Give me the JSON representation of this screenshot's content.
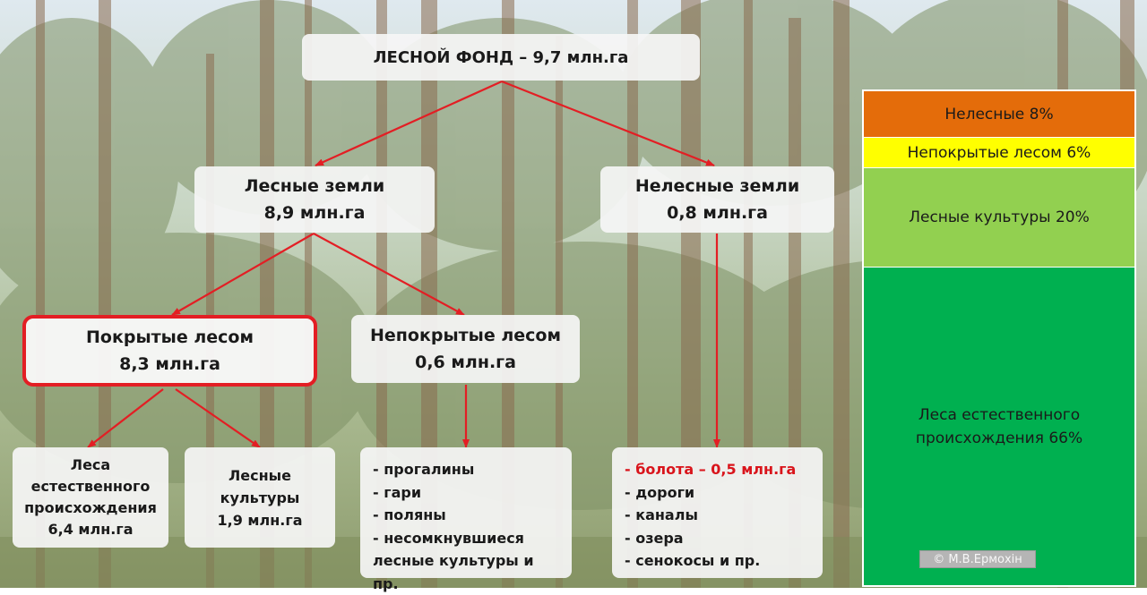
{
  "root": {
    "label": "ЛЕСНОЙ ФОНД – 9,7 млн.га"
  },
  "forest_lands": {
    "title": "Лесные земли",
    "value": "8,9 млн.га"
  },
  "nonforest_lands": {
    "title": "Нелесные земли",
    "value": "0,8 млн.га"
  },
  "covered": {
    "title": "Покрытые лесом",
    "value": "8,3 млн.га"
  },
  "uncovered": {
    "title": "Непокрытые лесом",
    "value": "0,6 млн.га"
  },
  "natural": {
    "lines": [
      "Леса",
      "естественного",
      "происхождения",
      "6,4 млн.га"
    ]
  },
  "cultures": {
    "lines": [
      "Лесные",
      "культуры",
      "1,9 млн.га"
    ]
  },
  "uncovered_list": [
    "- прогалины",
    "- гари",
    "- поляны",
    "- несомкнувшиеся",
    "лесные культуры и пр."
  ],
  "nonforest_list": {
    "highlight": "- болота – 0,5 млн.га",
    "items": [
      "- дороги",
      "- каналы",
      "- озера",
      "- сенокосы и пр."
    ]
  },
  "bar": [
    {
      "label": "Нелесные 8%",
      "percent": 8,
      "color": "#e46c0a"
    },
    {
      "label": "Непокрытые лесом 6%",
      "percent": 6,
      "color": "#ffff00"
    },
    {
      "label": "Лесные культуры 20%",
      "percent": 20,
      "color": "#92d050"
    },
    {
      "label": "Леса естественного происхождения 66%",
      "label_lines": [
        "Леса естественного",
        "происхождения 66%"
      ],
      "percent": 66,
      "color": "#00b050"
    }
  ],
  "credit": "© М.В.Ермохін",
  "colors": {
    "arrow": "#e31e24",
    "highlight_border": "#e31e24",
    "red_text": "#d9141b"
  }
}
